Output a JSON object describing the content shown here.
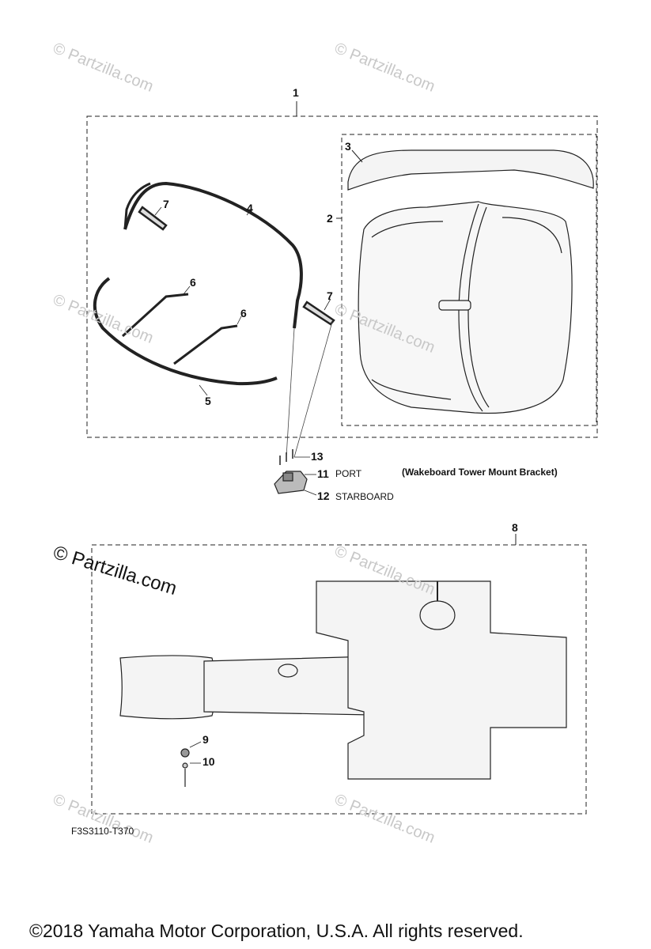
{
  "watermark_text": "© Partzilla.com",
  "callouts": {
    "c1": "1",
    "c2": "2",
    "c3": "3",
    "c4": "4",
    "c5": "5",
    "c6a": "6",
    "c6b": "6",
    "c7a": "7",
    "c7b": "7",
    "c8": "8",
    "c9": "9",
    "c10": "10",
    "c11": "11",
    "c12": "12",
    "c13": "13"
  },
  "labels": {
    "port": "PORT",
    "starboard": "STARBOARD",
    "bracket": "(Wakeboard Tower Mount Bracket)"
  },
  "figure_code": "F3S3110-T370",
  "copyright": "©2018  Yamaha Motor Corporation, U.S.A. All rights reserved."
}
